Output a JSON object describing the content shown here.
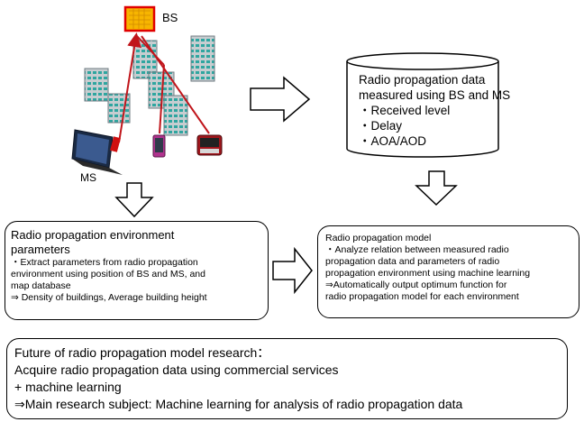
{
  "labels": {
    "bs": "BS",
    "ms": "MS"
  },
  "database": {
    "title_line1": "Radio propagation data",
    "title_line2": "measured using BS and MS",
    "items": [
      "・Received level",
      "・Delay",
      "・AOA/AOD"
    ]
  },
  "env_params": {
    "title_line1": "Radio propagation environment",
    "title_line2": "parameters",
    "lines": [
      "・Extract parameters from radio propagation",
      "environment using position of BS and MS, and",
      "map database",
      "⇒ Density of buildings, Average building height"
    ]
  },
  "model": {
    "title": "Radio propagation model",
    "lines": [
      "・Analyze relation between measured radio",
      "propagation data and parameters of radio",
      "propagation environment using machine learning",
      "⇒Automatically output optimum function for",
      "radio propagation model for each environment"
    ]
  },
  "future": {
    "lines": [
      "Future of radio propagation model research：",
      "Acquire radio propagation data using commercial services",
      "+ machine learning",
      "⇒Main research subject: Machine learning for analysis of radio propagation data"
    ]
  },
  "colors": {
    "link": "#c0151b",
    "bs_fill": "#f7b500",
    "bs_border": "#e00000",
    "building": "#9aa6ad",
    "building_dark": "#6f7b82",
    "window": "#2fa6a0"
  }
}
